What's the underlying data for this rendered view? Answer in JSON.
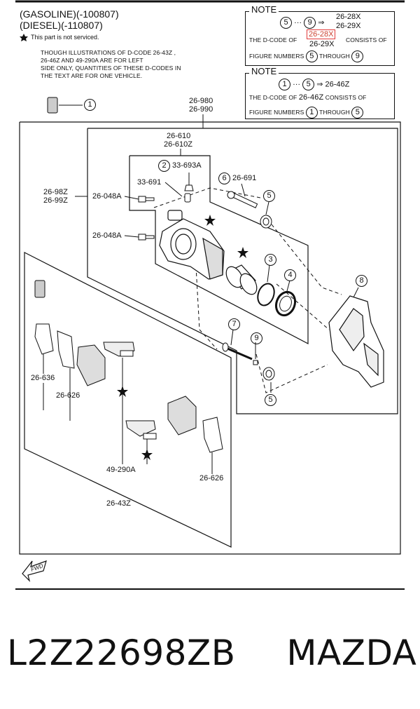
{
  "header": {
    "line1": "(GASOLINE)(-100807)",
    "line2": "(DIESEL)(-110807)",
    "star_note": "This part is not serviced.",
    "para": [
      "THOUGH ILLUSTRATIONS OF D-CODE 26-43Z ,",
      "26-46Z AND 49-290A ARE FOR LEFT",
      "SIDE ONLY, QUANTITIES OF THESE D-CODES IN",
      "THE TEXT ARE FOR ONE VEHICLE."
    ]
  },
  "note1": {
    "title": "NOTE",
    "from": "5",
    "to": "9",
    "arrow": "⇒",
    "dots": "···",
    "codes": [
      "26-28X",
      "26-29X"
    ],
    "highlight": "26-28X",
    "code2": "26-29X",
    "desc_a": "THE D-CODE OF",
    "desc_b": "CONSISTS OF",
    "desc_c": "FIGURE NUMBERS",
    "desc_d": "THROUGH"
  },
  "note2": {
    "title": "NOTE",
    "from": "1",
    "to": "5",
    "arrow": "⇒",
    "dots": "···",
    "code": "26-46Z",
    "desc_a": "THE D-CODE OF",
    "desc_b": "26-46Z",
    "desc_c": "CONSISTS OF",
    "desc_d": "FIGURE NUMBERS",
    "desc_e": "THROUGH"
  },
  "labels": {
    "c1": "1",
    "c2": "2",
    "c3": "3",
    "c4": "4",
    "c5": "5",
    "c5b": "5",
    "c6": "6",
    "c7": "7",
    "c8": "8",
    "c9": "9",
    "p26980": "26-980",
    "p26990": "26-990",
    "p26610": "26-610",
    "p26610z": "26-610Z",
    "p33693a": "33-693A",
    "p33691a": "33-691",
    "p26691": "26-691",
    "p2698z": "26-98Z",
    "p2699z": "26-99Z",
    "p26048a_1": "26-048A",
    "p26048a_2": "26-048A",
    "p26636": "26-636",
    "p26626a": "26-626",
    "p26626b": "26-626",
    "p49290a": "49-290A",
    "p2643z": "26-43Z",
    "fwd": "FWD"
  },
  "footer": {
    "part_number": "L2Z22698ZB",
    "brand": "MAZDA"
  }
}
